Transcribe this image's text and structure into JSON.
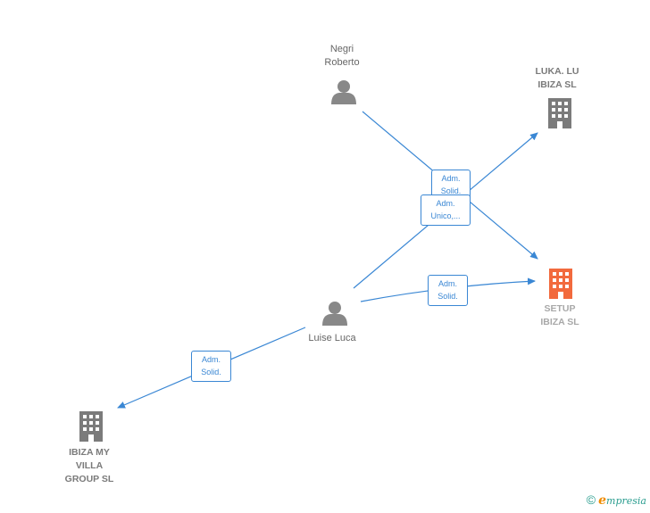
{
  "nodes": {
    "negri": {
      "lines": [
        "Negri",
        "Roberto"
      ]
    },
    "luise": {
      "lines": [
        "Luise Luca"
      ]
    },
    "luka": {
      "lines": [
        "LUKA. LU",
        "IBIZA SL"
      ]
    },
    "setup": {
      "lines": [
        "SETUP",
        "IBIZA SL"
      ]
    },
    "ibiza_villa": {
      "lines": [
        "IBIZA MY",
        "VILLA",
        "GROUP SL"
      ]
    }
  },
  "edges": {
    "negri_setup": {
      "lines": [
        "Adm.",
        "Solid."
      ]
    },
    "luise_luka": {
      "lines": [
        "Adm.",
        "Unico,..."
      ]
    },
    "luise_setup": {
      "lines": [
        "Adm.",
        "Solid."
      ]
    },
    "luise_villa": {
      "lines": [
        "Adm.",
        "Solid."
      ]
    }
  },
  "colors": {
    "edge": "#3a87d4",
    "person_icon": "#888888",
    "company_icon": "#7b7b7b",
    "company_main_icon": "#f26a3d"
  },
  "footer": {
    "copyright": "©",
    "brand_initial": "e",
    "brand_rest": "mpresia"
  }
}
